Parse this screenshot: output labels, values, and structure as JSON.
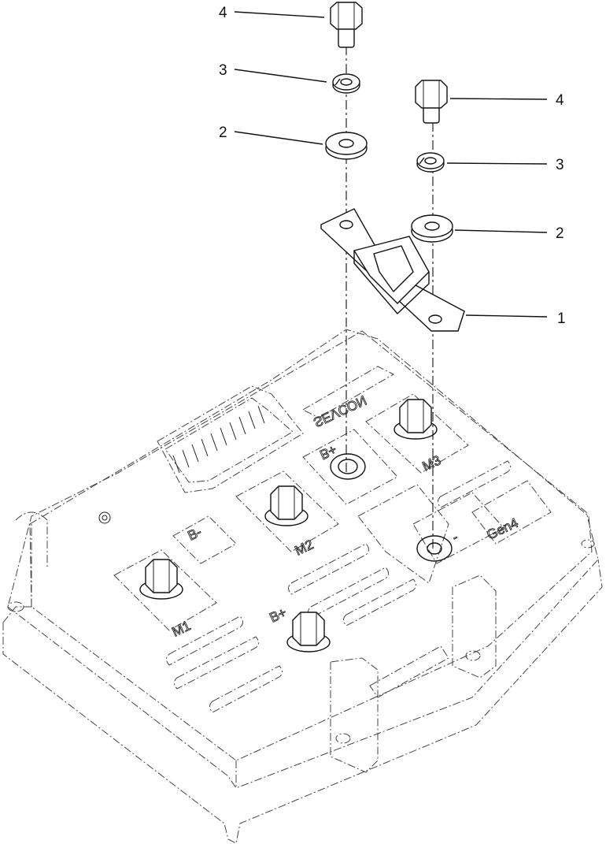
{
  "callouts": [
    {
      "id": "c4a",
      "label": "4"
    },
    {
      "id": "c3a",
      "label": "3"
    },
    {
      "id": "c2a",
      "label": "2"
    },
    {
      "id": "c4b",
      "label": "4"
    },
    {
      "id": "c3b",
      "label": "3"
    },
    {
      "id": "c2b",
      "label": "2"
    },
    {
      "id": "c1",
      "label": "1"
    }
  ],
  "terminals": {
    "m1": "M1",
    "m2": "M2",
    "m3": "M3",
    "b_minus": "B-",
    "b_plus": "B+",
    "b_plus_fuse": "B+",
    "minus": "-"
  },
  "housing": {
    "brand": "SEVCON",
    "model": "Gen4"
  }
}
